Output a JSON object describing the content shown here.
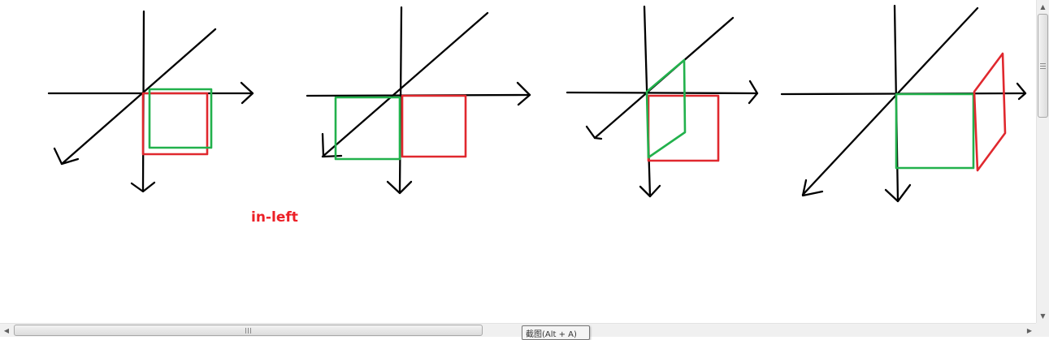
{
  "canvas": {
    "caption": "in-left",
    "colors": {
      "axis": "#000000",
      "red_square": "#e0282e",
      "green_square": "#22b14c",
      "caption": "#ec2027",
      "background": "#ffffff"
    },
    "panels": [
      {
        "name": "panel-1",
        "description_shapes": [
          "axes",
          "red-square",
          "green-square"
        ]
      },
      {
        "name": "panel-2",
        "description_shapes": [
          "axes",
          "green-square",
          "red-square"
        ]
      },
      {
        "name": "panel-3",
        "description_shapes": [
          "axes",
          "green-parallelogram",
          "red-square"
        ]
      },
      {
        "name": "panel-4",
        "description_shapes": [
          "axes",
          "green-square",
          "red-parallelogram"
        ]
      }
    ]
  },
  "scrollbars": {
    "vertical": {
      "up_icon": "arrow-up-icon",
      "down_icon": "arrow-down-icon",
      "grip": "|||"
    },
    "horizontal": {
      "left_icon": "arrow-left-icon",
      "right_icon": "arrow-right-icon",
      "grip": "III"
    }
  },
  "tooltip": {
    "text": "截图(Alt + A)"
  }
}
